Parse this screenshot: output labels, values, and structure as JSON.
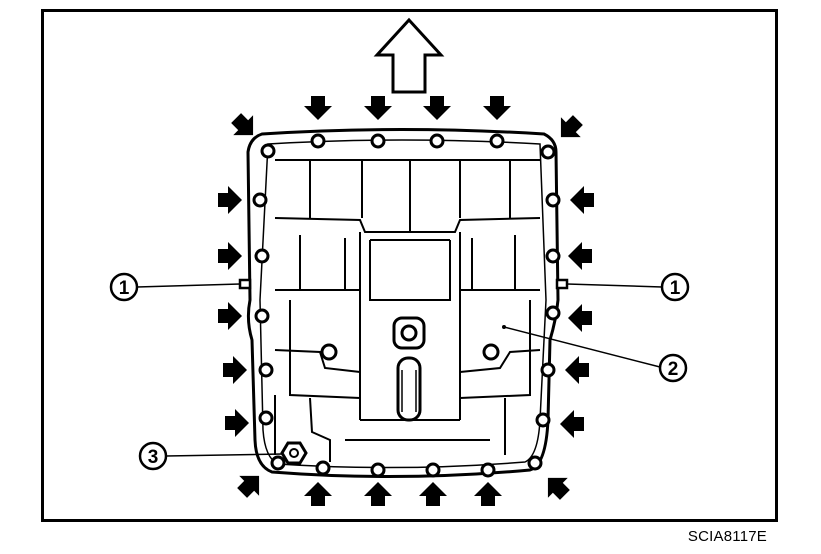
{
  "figure": {
    "code": "SCIA8117E",
    "callouts": [
      {
        "id": "callout-1-left",
        "label": "1"
      },
      {
        "id": "callout-1-right",
        "label": "1"
      },
      {
        "id": "callout-2",
        "label": "2"
      },
      {
        "id": "callout-3",
        "label": "3"
      }
    ]
  }
}
